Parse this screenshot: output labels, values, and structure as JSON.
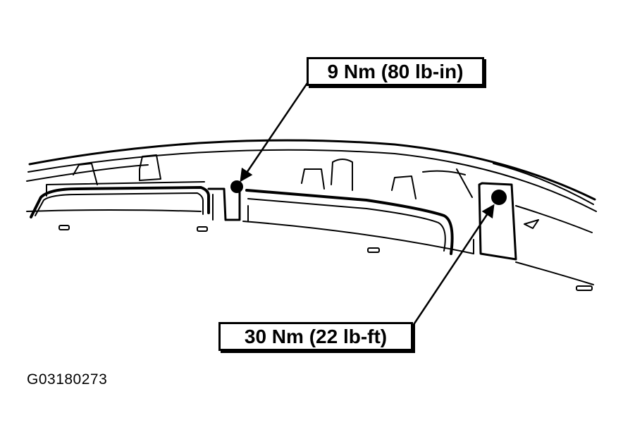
{
  "callouts": {
    "upper": "9 Nm (80 lb-in)",
    "lower": "30 Nm (22 lb-ft)"
  },
  "figure_id": "G03180273",
  "colors": {
    "line": "#000000",
    "background": "#ffffff"
  }
}
